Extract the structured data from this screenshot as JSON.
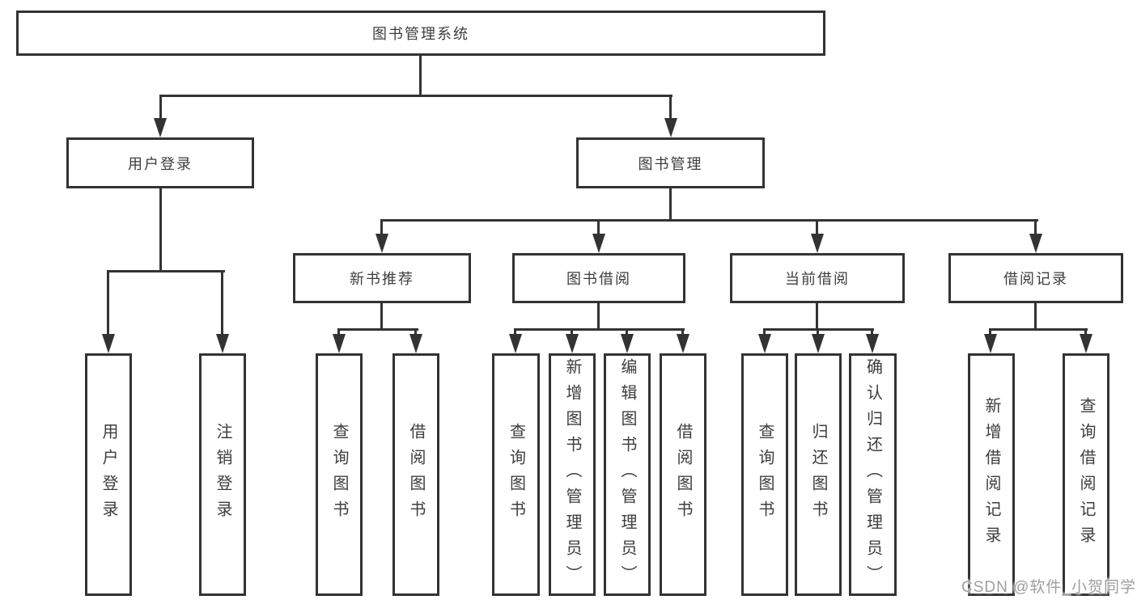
{
  "diagram": {
    "root": {
      "label": "图书管理系统"
    },
    "level2": [
      {
        "label": "用户登录"
      },
      {
        "label": "图书管理"
      }
    ],
    "level3": [
      {
        "label": "新书推荐"
      },
      {
        "label": "图书借阅"
      },
      {
        "label": "当前借阅"
      },
      {
        "label": "借阅记录"
      }
    ],
    "leaves": {
      "user_login": [
        {
          "label": "用户登录"
        },
        {
          "label": "注销登录"
        }
      ],
      "new_books": [
        {
          "label": "查询图书"
        },
        {
          "label": "借阅图书"
        }
      ],
      "book_borrow": [
        {
          "label": "查询图书"
        },
        {
          "label": "新增图书（管理员）"
        },
        {
          "label": "编辑图书（管理员）"
        },
        {
          "label": "借阅图书"
        }
      ],
      "current_borrow": [
        {
          "label": "查询图书"
        },
        {
          "label": "归还图书"
        },
        {
          "label": "确认归还（管理员）"
        }
      ],
      "borrow_records": [
        {
          "label": "新增借阅记录"
        },
        {
          "label": "查询借阅记录"
        }
      ]
    },
    "colors": {
      "line": "#333333",
      "text": "#3d3d3d",
      "background": "#ffffff"
    }
  },
  "watermark": {
    "text": "CSDN @软件_小贺同学",
    "color": "#9e9e9e"
  }
}
